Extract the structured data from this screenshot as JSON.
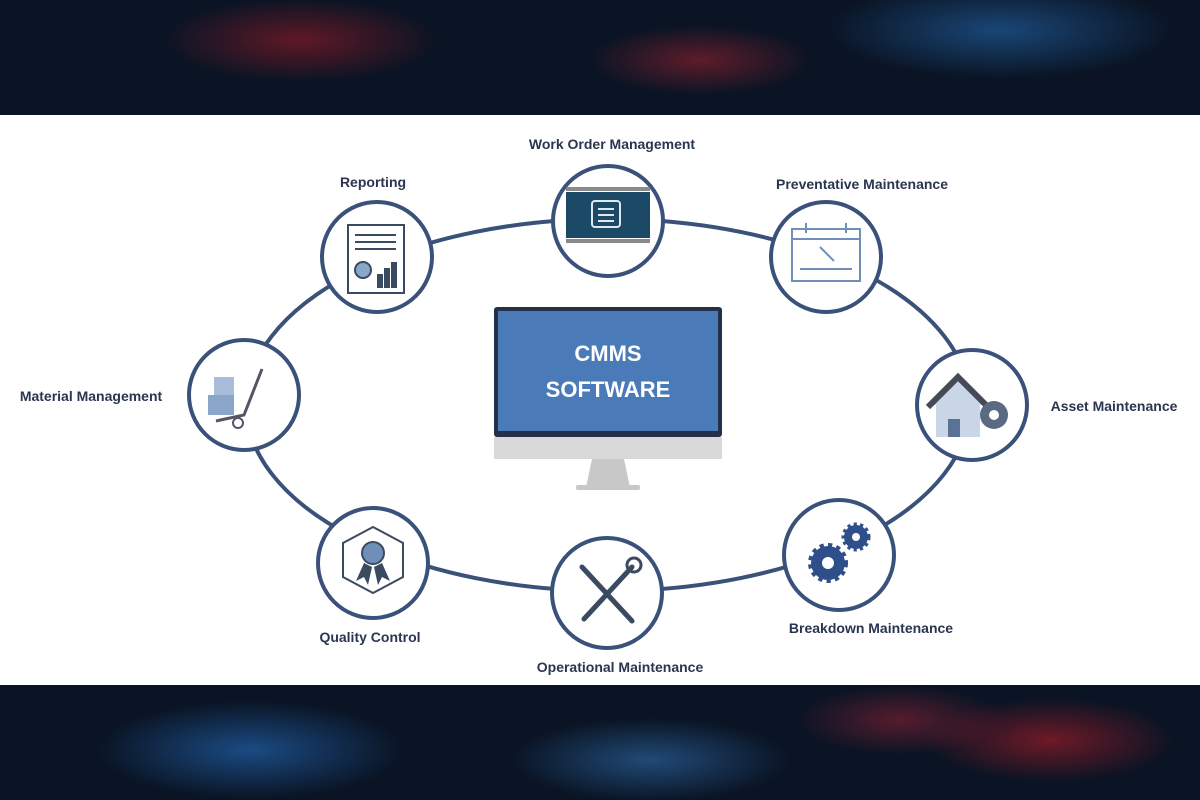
{
  "center": {
    "line1": "CMMS",
    "line2": "SOFTWARE"
  },
  "modules": [
    {
      "label": "Work Order Management",
      "icon": "work-order-icon"
    },
    {
      "label": "Reporting",
      "icon": "report-icon"
    },
    {
      "label": "Preventative Maintenance",
      "icon": "calendar-wrench-icon"
    },
    {
      "label": "Material Management",
      "icon": "hand-truck-icon"
    },
    {
      "label": "Asset Maintenance",
      "icon": "house-gear-icon"
    },
    {
      "label": "Quality Control",
      "icon": "award-badge-icon"
    },
    {
      "label": "Operational Maintenance",
      "icon": "wrench-screwdriver-icon"
    },
    {
      "label": "Breakdown Maintenance",
      "icon": "gears-icon"
    }
  ],
  "colors": {
    "ring": "#3a5179",
    "screen": "#4a7ab8",
    "icon": "#4a6fa0"
  }
}
